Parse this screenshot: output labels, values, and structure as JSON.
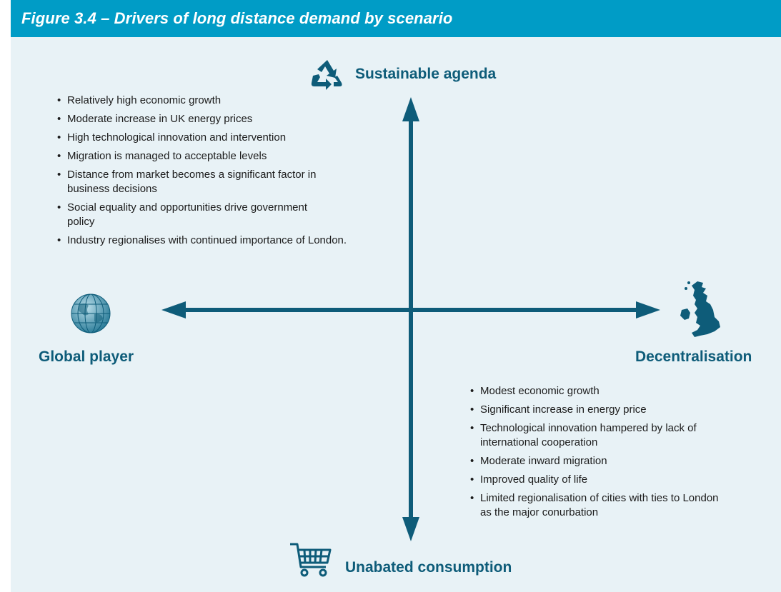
{
  "figure": {
    "title": "Figure 3.4 – Drivers of long distance demand by scenario"
  },
  "axes": {
    "top_label": "Sustainable agenda",
    "bottom_label": "Unabated consumption",
    "left_label": "Global player",
    "right_label": "Decentralisation"
  },
  "icons": {
    "top": "recycle-icon",
    "bottom": "shopping-cart-icon",
    "left": "globe-icon",
    "right": "uk-map-icon"
  },
  "quadrants": {
    "top_left": [
      "Relatively high economic growth",
      "Moderate increase in UK energy prices",
      "High technological innovation and intervention",
      "Migration is managed to acceptable levels",
      "Distance from market becomes a significant factor in business decisions",
      "Social equality and opportunities drive government policy",
      "Industry regionalises with continued importance of London."
    ],
    "bottom_right": [
      "Modest economic growth",
      "Significant increase in energy price",
      "Technological innovation hampered by lack of international cooperation",
      "Moderate inward migration",
      "Improved quality of life",
      "Limited regionalisation of cities with ties to London as the major conurbation"
    ]
  },
  "colors": {
    "header_bg": "#009cc6",
    "panel_bg": "#e8f2f6",
    "axis": "#0e5c79",
    "label": "#0e5c79"
  }
}
